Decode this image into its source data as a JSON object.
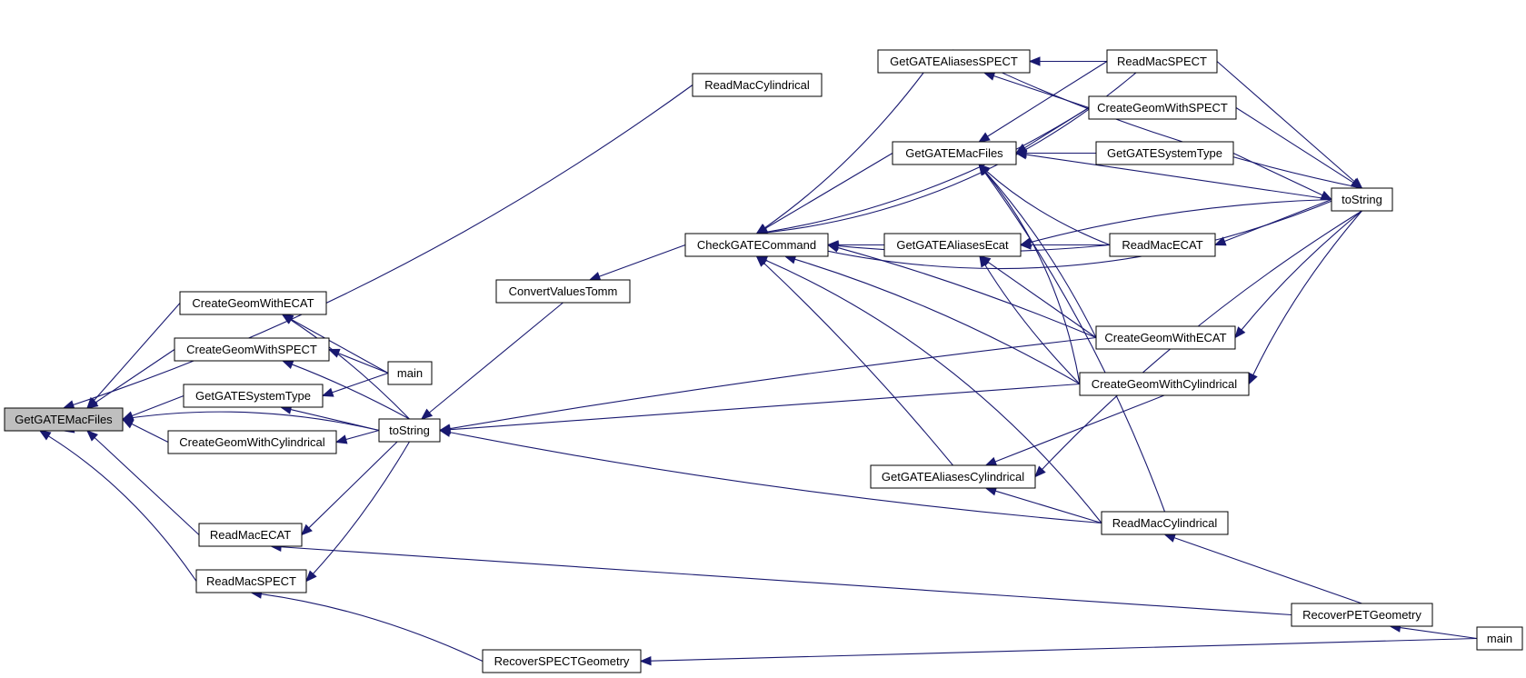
{
  "graph": {
    "edge_color": "#191970",
    "focus_fill": "#bfbfbf",
    "node_fill": "#ffffff",
    "nodes": [
      {
        "id": "n_focus",
        "label": "GetGATEMacFiles",
        "focus": true
      },
      {
        "id": "n_cge1",
        "label": "CreateGeomWithECAT"
      },
      {
        "id": "n_cgs1",
        "label": "CreateGeomWithSPECT"
      },
      {
        "id": "n_gst1",
        "label": "GetGATESystemType"
      },
      {
        "id": "n_cgc1",
        "label": "CreateGeomWithCylindrical"
      },
      {
        "id": "n_rme1",
        "label": "ReadMacECAT"
      },
      {
        "id": "n_rms1",
        "label": "ReadMacSPECT"
      },
      {
        "id": "n_main1",
        "label": "main"
      },
      {
        "id": "n_ts1",
        "label": "toString"
      },
      {
        "id": "n_rmc1",
        "label": "ReadMacCylindrical"
      },
      {
        "id": "n_cvt",
        "label": "ConvertValuesTomm"
      },
      {
        "id": "n_cgc",
        "label": "CheckGATECommand"
      },
      {
        "id": "n_rsg",
        "label": "RecoverSPECTGeometry"
      },
      {
        "id": "n_gas",
        "label": "GetGATEAliasesSPECT"
      },
      {
        "id": "n_gmf2",
        "label": "GetGATEMacFiles"
      },
      {
        "id": "n_gae",
        "label": "GetGATEAliasesEcat"
      },
      {
        "id": "n_gac",
        "label": "GetGATEAliasesCylindrical"
      },
      {
        "id": "n_rms2",
        "label": "ReadMacSPECT"
      },
      {
        "id": "n_cgs2",
        "label": "CreateGeomWithSPECT"
      },
      {
        "id": "n_gst2",
        "label": "GetGATESystemType"
      },
      {
        "id": "n_rme2",
        "label": "ReadMacECAT"
      },
      {
        "id": "n_cge2",
        "label": "CreateGeomWithECAT"
      },
      {
        "id": "n_cgcy2",
        "label": "CreateGeomWithCylindrical"
      },
      {
        "id": "n_rmc2",
        "label": "ReadMacCylindrical"
      },
      {
        "id": "n_rpg",
        "label": "RecoverPETGeometry"
      },
      {
        "id": "n_ts2",
        "label": "toString"
      },
      {
        "id": "n_main2",
        "label": "main"
      }
    ]
  }
}
